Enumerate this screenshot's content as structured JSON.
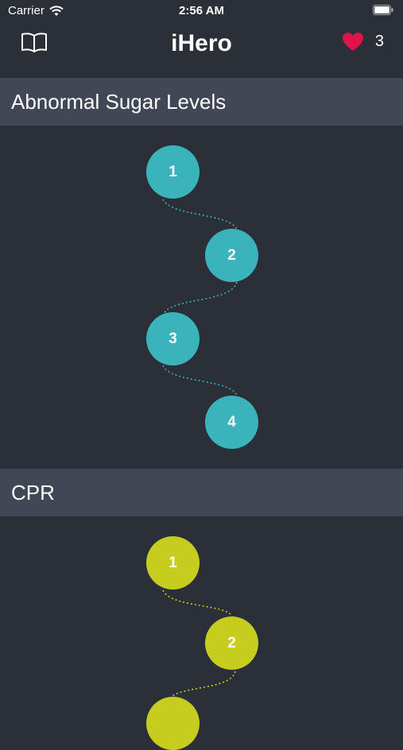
{
  "status_bar": {
    "carrier": "Carrier",
    "time": "2:56 AM"
  },
  "nav": {
    "title": "iHero",
    "hearts_count": "3"
  },
  "sections": [
    {
      "title": "Abnormal Sugar Levels",
      "color": "#3bb3bb",
      "levels": [
        "1",
        "2",
        "3",
        "4"
      ]
    },
    {
      "title": "CPR",
      "color": "#c7cd1f",
      "levels": [
        "1",
        "2",
        ""
      ]
    }
  ],
  "colors": {
    "background": "#2b2f38",
    "section_header": "#414754",
    "heart": "#e0134a"
  }
}
